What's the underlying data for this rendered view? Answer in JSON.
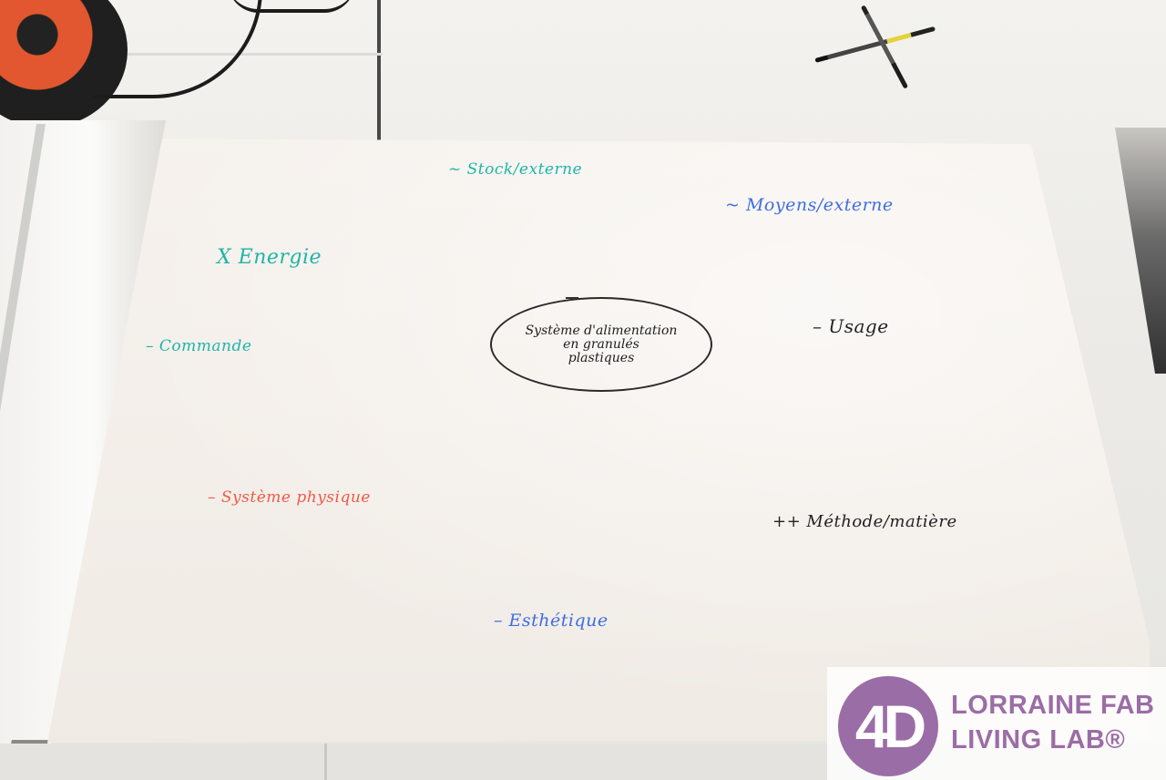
{
  "scene": "whiteboard-session",
  "flipchart": {
    "center": {
      "lines": [
        "Système d'alimentation",
        "en granulés",
        "plastiques"
      ]
    },
    "notes": [
      {
        "id": "stock",
        "prefix": "~",
        "text": "Stock/externe",
        "color": "#1fb5a8"
      },
      {
        "id": "moyens",
        "prefix": "~",
        "text": "Moyens/externe",
        "color": "#3e6ee0"
      },
      {
        "id": "energie",
        "prefix": "X",
        "text": "Energie",
        "color": "#1fb5a8"
      },
      {
        "id": "commande",
        "prefix": "–",
        "text": "Commande",
        "color": "#1fb5a8"
      },
      {
        "id": "usage",
        "prefix": "–",
        "text": "Usage",
        "color": "#222222"
      },
      {
        "id": "systeme-physique",
        "prefix": "–",
        "text": "Système physique",
        "color": "#ef5a47"
      },
      {
        "id": "methode",
        "prefix": "++",
        "text": "Méthode/matière",
        "color": "#222222"
      },
      {
        "id": "esthetique",
        "prefix": "–",
        "text": "Esthétique",
        "color": "#3e6ee0"
      }
    ]
  },
  "logo": {
    "mark": "4D",
    "line1": "LORRAINE FAB",
    "line2": "LIVING LAB®",
    "color": "#9b6da6"
  }
}
